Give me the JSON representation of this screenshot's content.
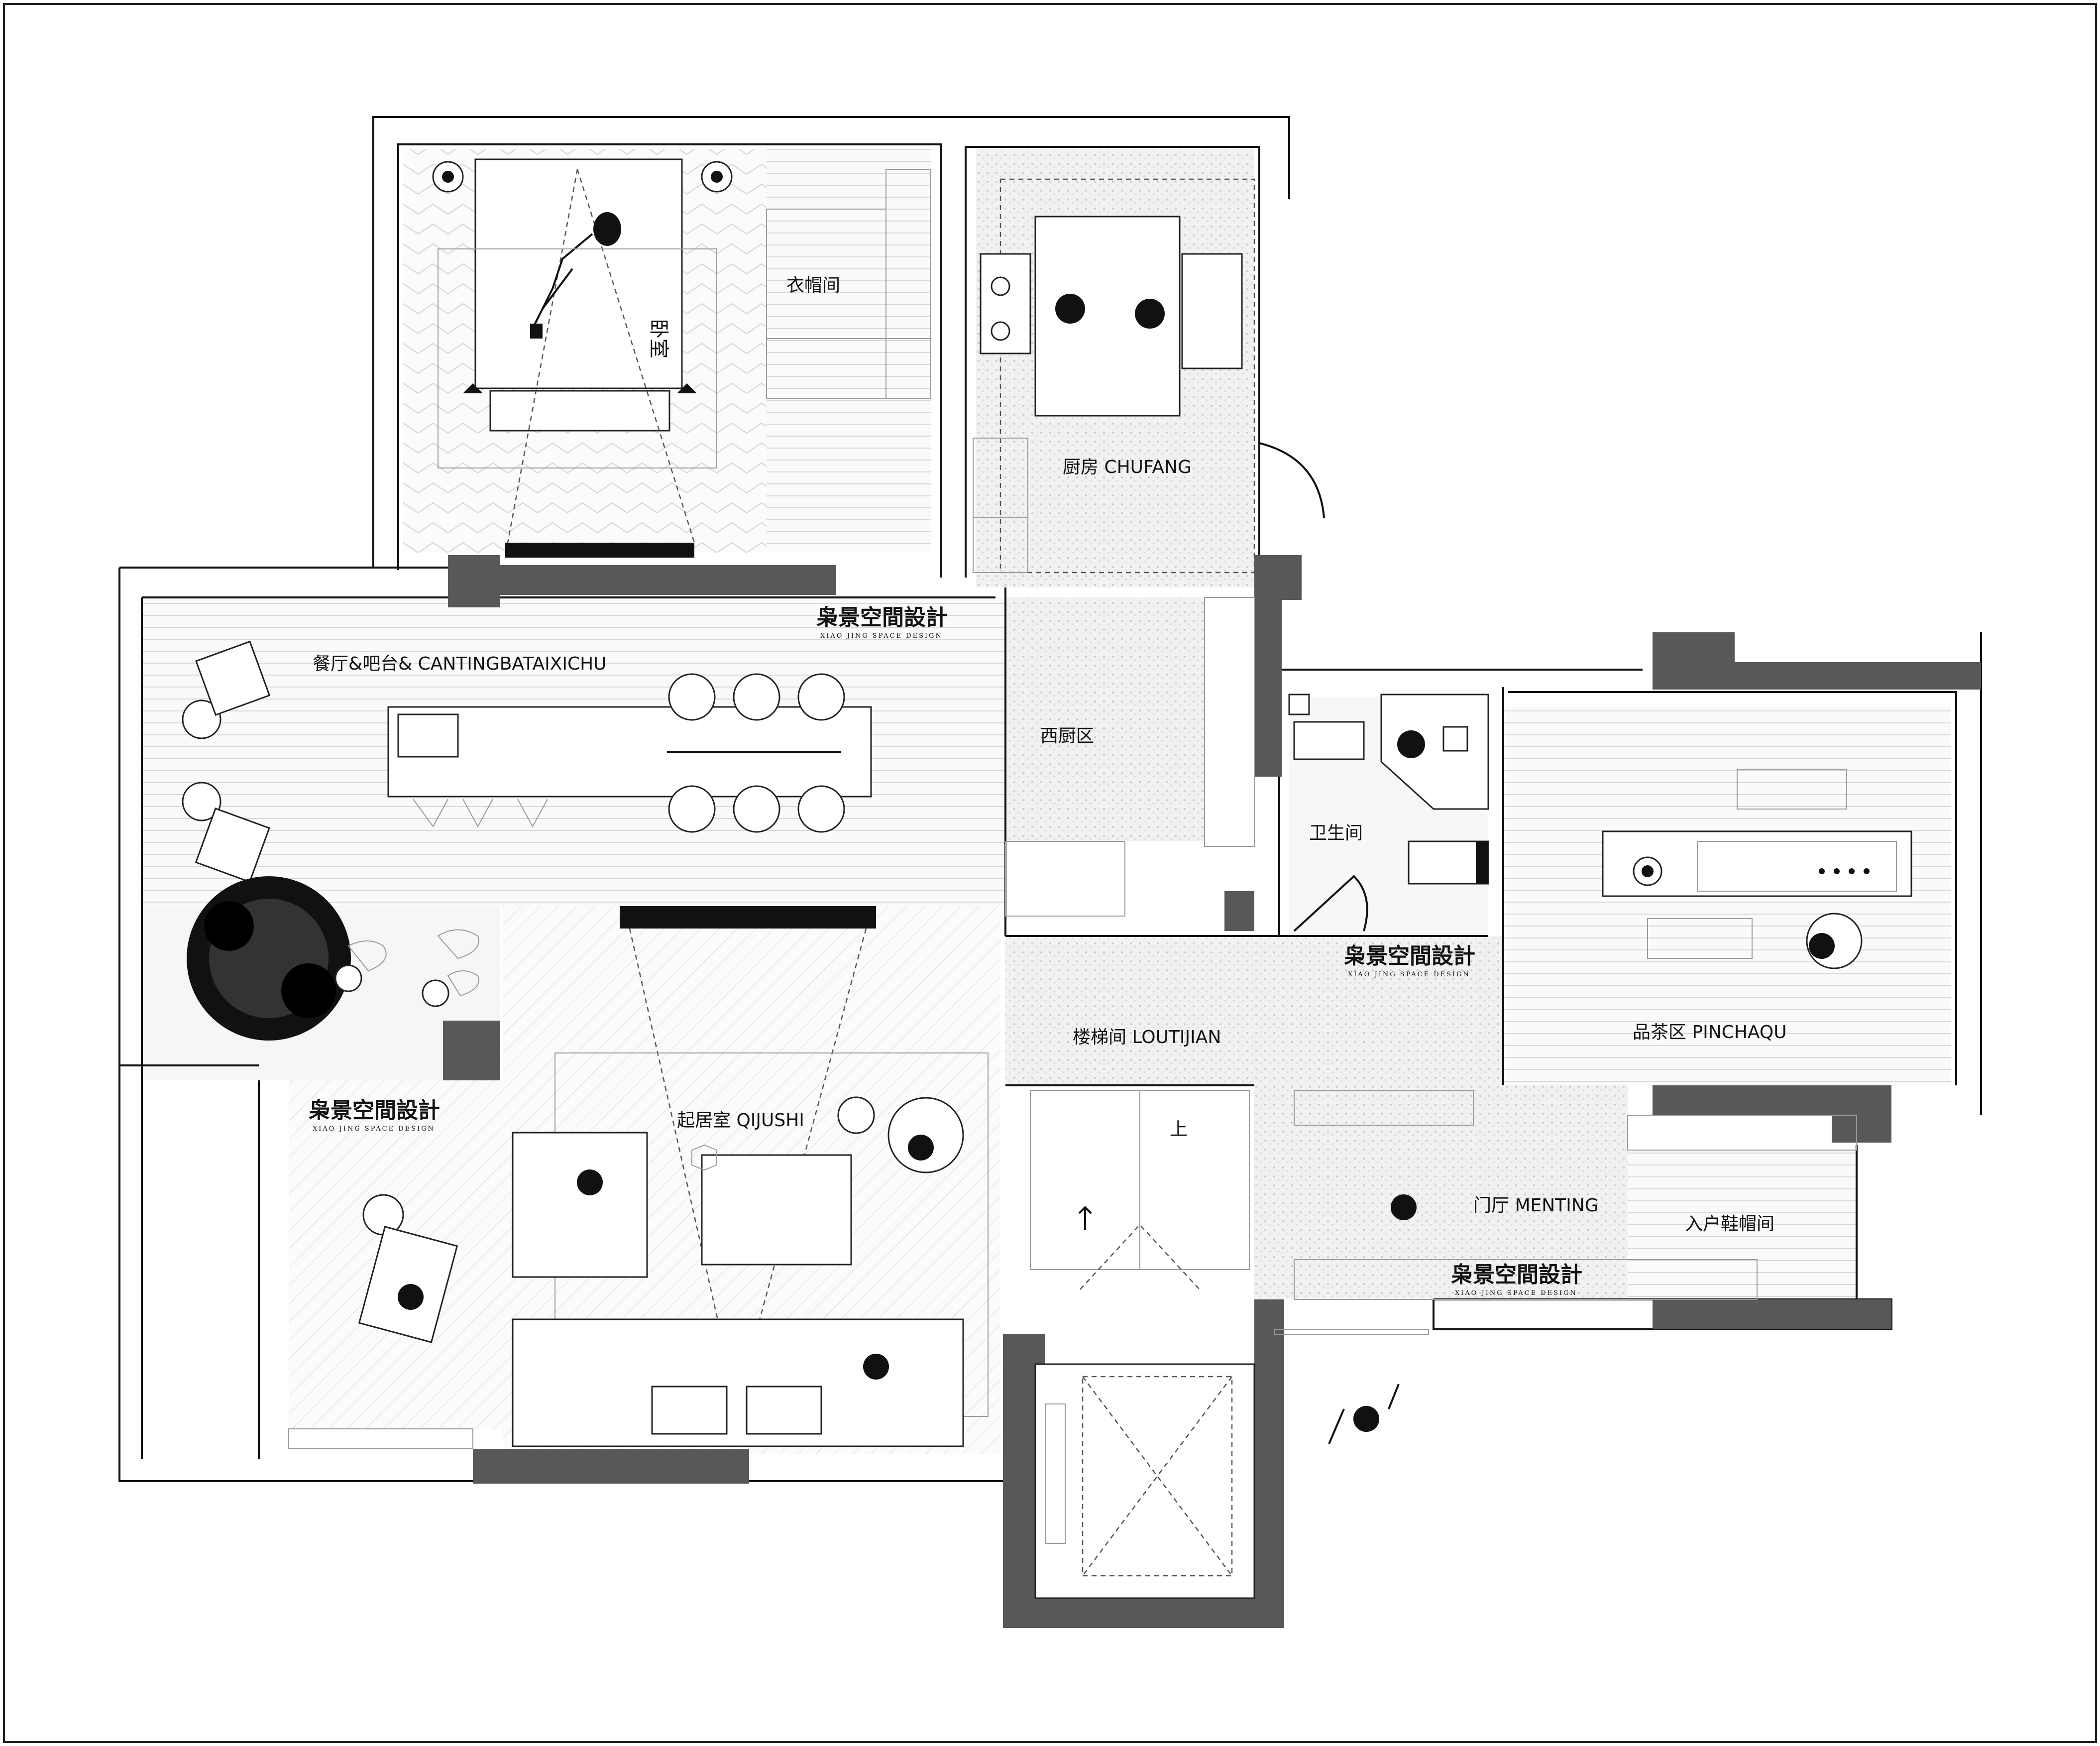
{
  "rooms": {
    "bedroom": "卧室",
    "cloakroom": "衣帽间",
    "kitchen": "厨房 CHUFANG",
    "dining": "餐厅&吧台& CANTINGBATAIXICHU",
    "western_kitchen": "西厨区",
    "bathroom": "卫生间",
    "tea_area": "品茶区 PINCHAQU",
    "stairwell": "楼梯间 LOUTIJIAN",
    "living": "起居室 QIJUSHI",
    "foyer": "门厅 MENTING",
    "entry_closet": "入户鞋帽间"
  },
  "stair_up": "上",
  "brand": {
    "name": "枭景空間設計",
    "english": "XIAO JING SPACE DESIGN"
  },
  "icons": [
    "tree-icon",
    "person-icon",
    "chair-icon",
    "bed-icon",
    "sofa-icon",
    "stove-icon",
    "sink-icon",
    "toilet-icon",
    "door-swing-icon",
    "elevator-icon",
    "tv-icon"
  ],
  "colors": {
    "wall": "#58585a",
    "line": "#111111",
    "floor": "#f3f3f3",
    "background": "#ffffff"
  }
}
